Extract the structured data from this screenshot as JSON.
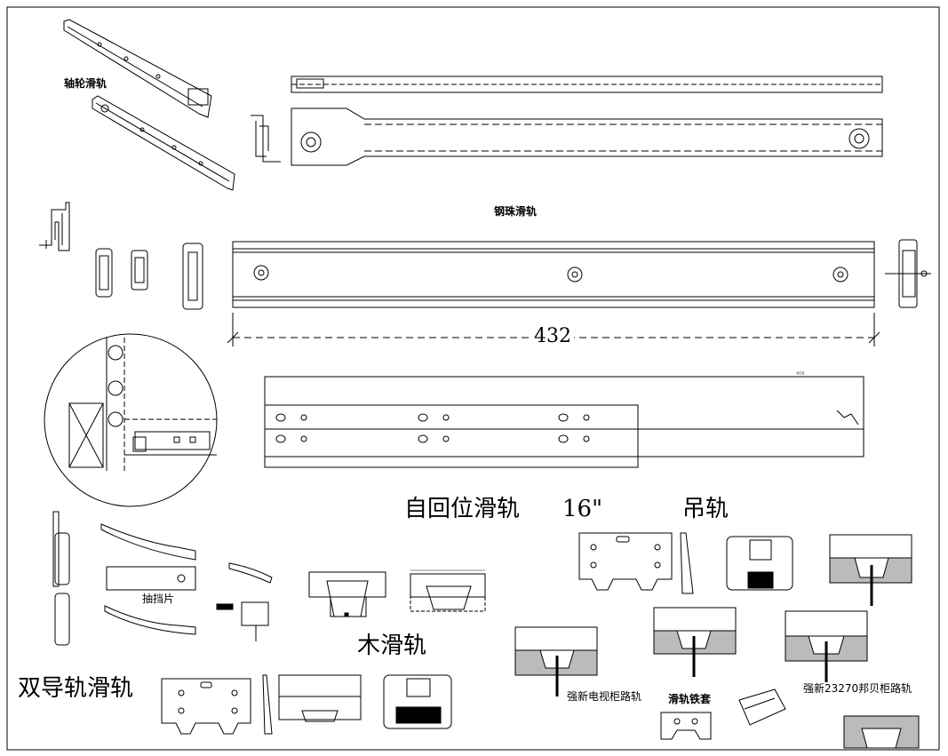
{
  "labels": {
    "roller_slide": "轴轮滑轨",
    "ball_bearing_slide": "钢珠滑轨",
    "dimension_432": "432",
    "dimension_small": "406",
    "self_closing_slide": "自回位滑轨",
    "size_16": "16\"",
    "hanging_rail": "吊轨",
    "stop_piece": "抽挡片",
    "wood_slide": "木滑轨",
    "double_guide_slide": "双导轨滑轨",
    "tv_cabinet_rail": "强新电视柜路轨",
    "slide_iron_sleeve": "滑轨铁套",
    "cabinet_rail_23270": "强新23270邦贝柜路轨"
  }
}
